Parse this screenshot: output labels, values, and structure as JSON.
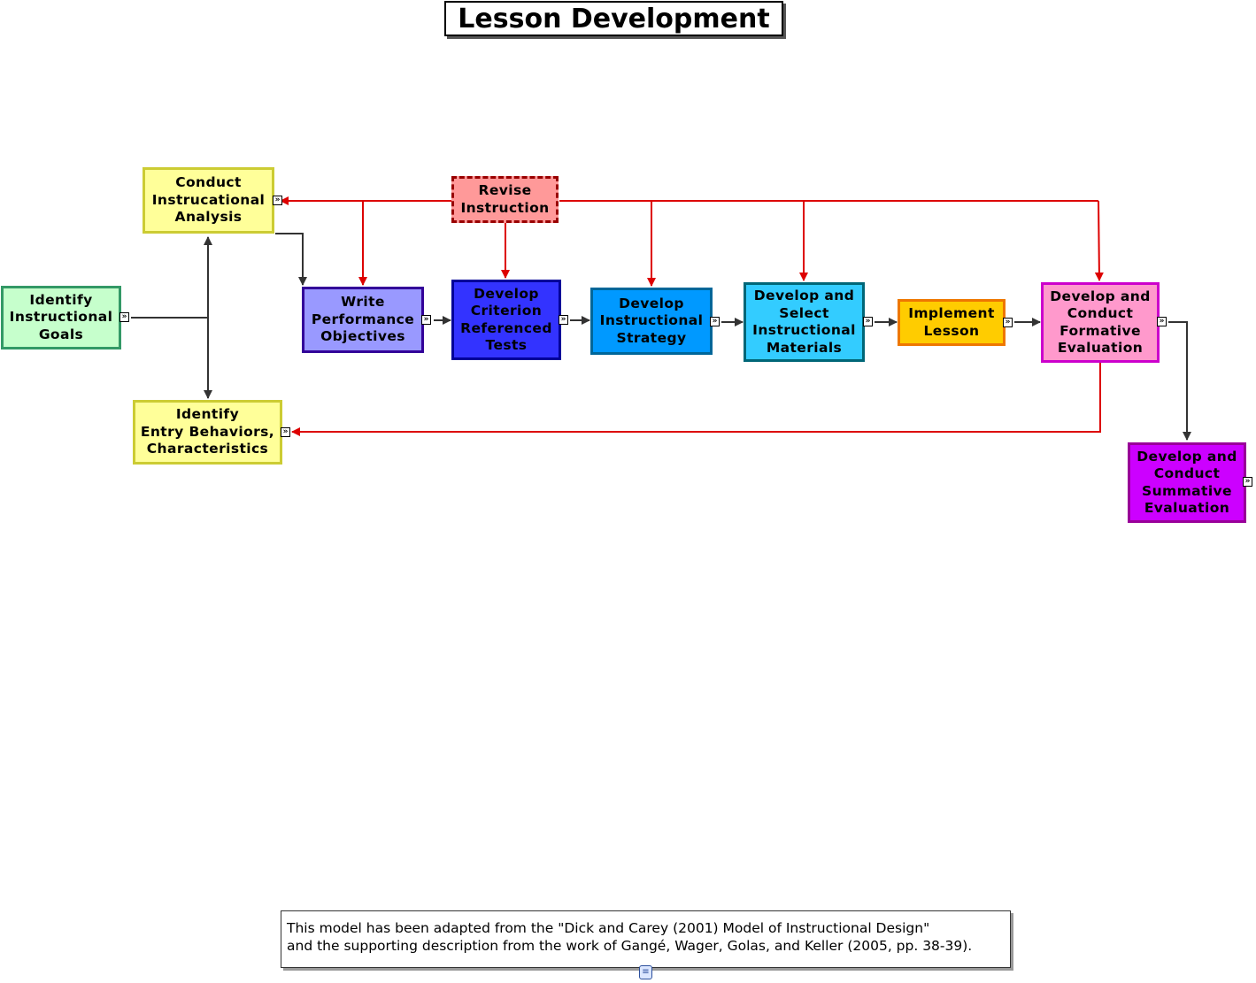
{
  "title": "Lesson Development",
  "nodes": {
    "goals": {
      "label": "Identify\nInstructional\nGoals",
      "fill": "#c6ffcc",
      "border": "#339966"
    },
    "analysis": {
      "label": "Conduct\nInstrucational\nAnalysis",
      "fill": "#ffff99",
      "border": "#cccc33"
    },
    "entry": {
      "label": "Identify\nEntry Behaviors,\nCharacteristics",
      "fill": "#ffff99",
      "border": "#cccc33"
    },
    "revise": {
      "label": "Revise\nInstruction",
      "fill": "#ff9999",
      "border": "#990000"
    },
    "objectives": {
      "label": "Write\nPerformance\nObjectives",
      "fill": "#9999ff",
      "border": "#330099"
    },
    "tests": {
      "label": "Develop\nCriterion\nReferenced\nTests",
      "fill": "#3333ff",
      "border": "#000099"
    },
    "strategy": {
      "label": "Develop\nInstructional\nStrategy",
      "fill": "#0099ff",
      "border": "#006699"
    },
    "materials": {
      "label": "Develop and\nSelect\nInstructional\nMaterials",
      "fill": "#33ccff",
      "border": "#006677"
    },
    "implement": {
      "label": "Implement\nLesson",
      "fill": "#ffcc00",
      "border": "#ee7700"
    },
    "formative": {
      "label": "Develop and\nConduct\nFormative\nEvaluation",
      "fill": "#ff99cc",
      "border": "#cc00cc"
    },
    "summative": {
      "label": "Develop and\nConduct\nSummative\nEvaluation",
      "fill": "#cc00ff",
      "border": "#990099"
    }
  },
  "expand_glyph": "»",
  "note_glyph": "≡",
  "colors": {
    "flow_line": "#333333",
    "revise_line": "#dd0000"
  },
  "footnote": {
    "line1": "This model has been adapted from the \"Dick and Carey (2001) Model of Instructional Design\"",
    "line2": "and the supporting description from the work of Gangé, Wager, Golas, and Keller (2005, pp. 38-39)."
  }
}
